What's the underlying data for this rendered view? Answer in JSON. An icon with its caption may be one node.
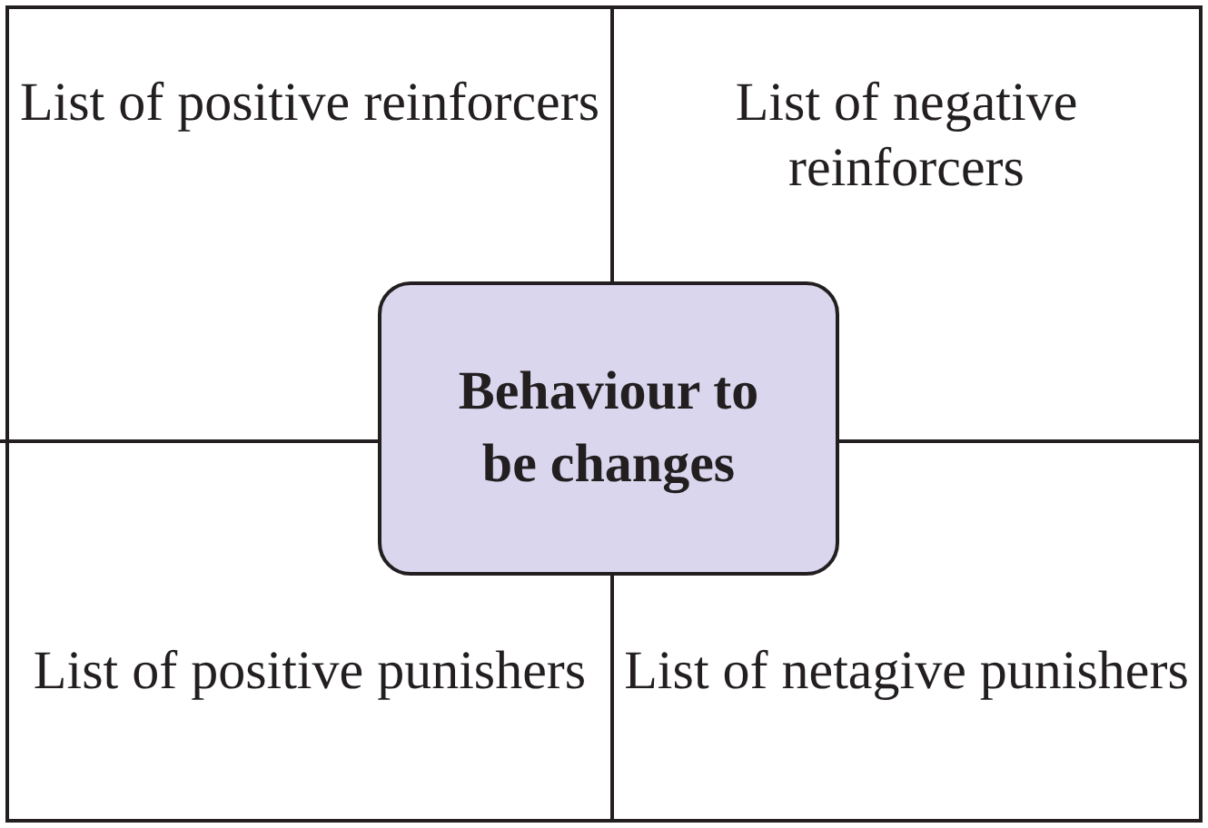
{
  "diagram": {
    "nodes": [
      {
        "text": [
          "List of positive reinforcers"
        ]
      },
      {
        "text": [
          "List of negative reinforcers"
        ]
      },
      {
        "text": [
          "Behaviour to be changes"
        ]
      },
      {
        "text": [
          "List of positive punishers"
        ]
      },
      {
        "text": [
          "List of netagive punishers"
        ]
      }
    ]
  }
}
